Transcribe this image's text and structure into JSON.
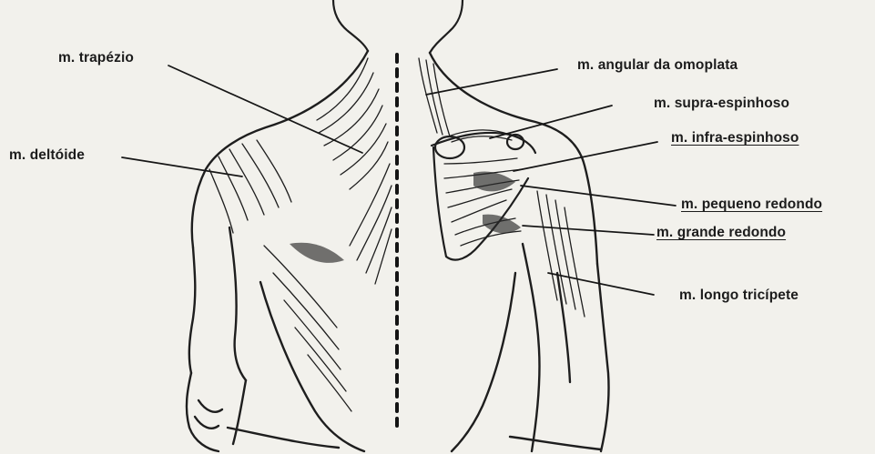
{
  "labels": {
    "trapezio": "m. trapézio",
    "deltoide": "m. deltóide",
    "angular": "m. angular da omoplata",
    "supra": "m. supra-espinhoso",
    "infra": "m. infra-espinhoso",
    "pequeno": "m. pequeno redondo",
    "grande": "m. grande redondo",
    "triceps": "m. longo tricípete"
  },
  "underlined": [
    "infra",
    "pequeno",
    "grande"
  ]
}
